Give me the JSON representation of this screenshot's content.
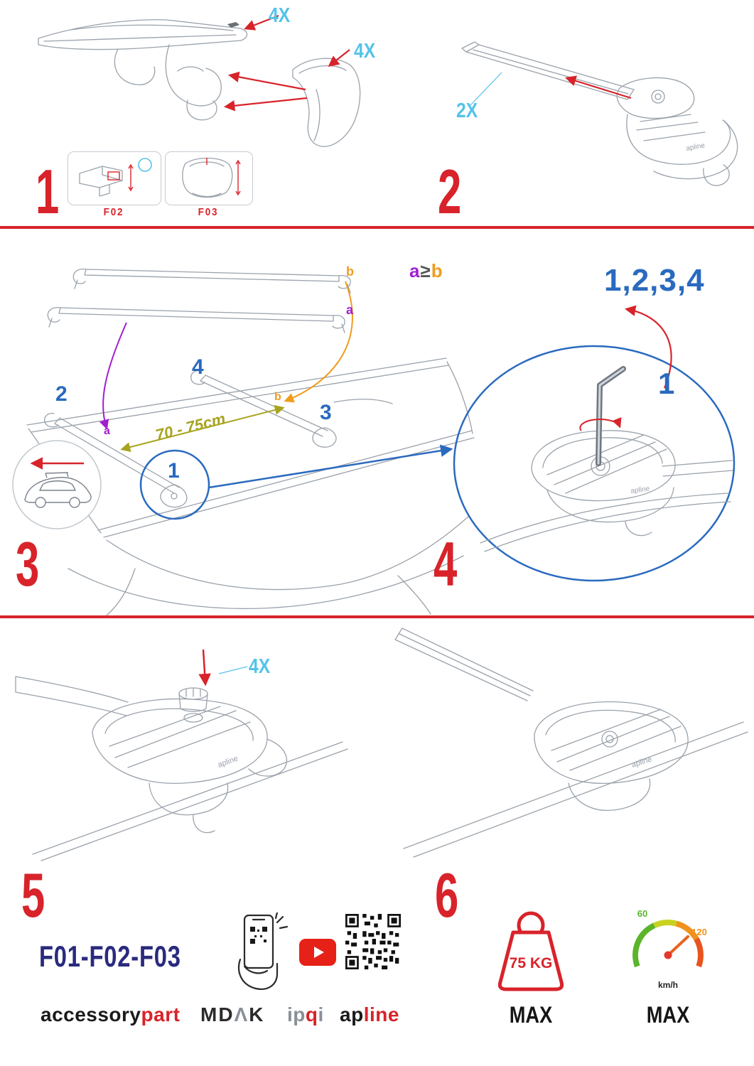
{
  "colors": {
    "red": "#d8232a",
    "cyan": "#53c3e8",
    "blue": "#2a6abf",
    "purple": "#a21fd0",
    "orange": "#f09c1e",
    "olive": "#a8a41f",
    "navy": "#2a2a7e",
    "sketch": "#9aa2ab"
  },
  "step1": {
    "num": "1",
    "qty_bolt": "4X",
    "qty_cover": "4X",
    "box1_label": "F02",
    "box2_label": "F03"
  },
  "step2": {
    "num": "2",
    "qty": "2X"
  },
  "step3": {
    "num": "3",
    "bar_label_b": "b",
    "bar_label_a": "a",
    "legend_a": "a",
    "legend_gte": "≥",
    "legend_b": "b",
    "pos1": "1",
    "pos2": "2",
    "pos3": "3",
    "pos4": "4",
    "distance": "70 - 75cm",
    "tip_a": "a",
    "tip_b": "b"
  },
  "step4": {
    "num": "4",
    "sequence": "1,2,3,4",
    "start": "1"
  },
  "step5": {
    "num": "5",
    "qty": "4X",
    "codes": "F01-F02-F03"
  },
  "step6": {
    "num": "6",
    "weight_value": "75 KG",
    "weight_max": "MAX",
    "speed_low": "60",
    "speed_high": "120",
    "speed_unit": "km/h",
    "speed_max": "MAX"
  },
  "brands": {
    "accessory": "accessory",
    "part": "part",
    "md": "MD",
    "stylized_a": "Λ",
    "k": "K",
    "ip": "ip",
    "q": "q",
    "i": "i",
    "ap": "ap",
    "line": "line",
    "mark": "apline"
  }
}
